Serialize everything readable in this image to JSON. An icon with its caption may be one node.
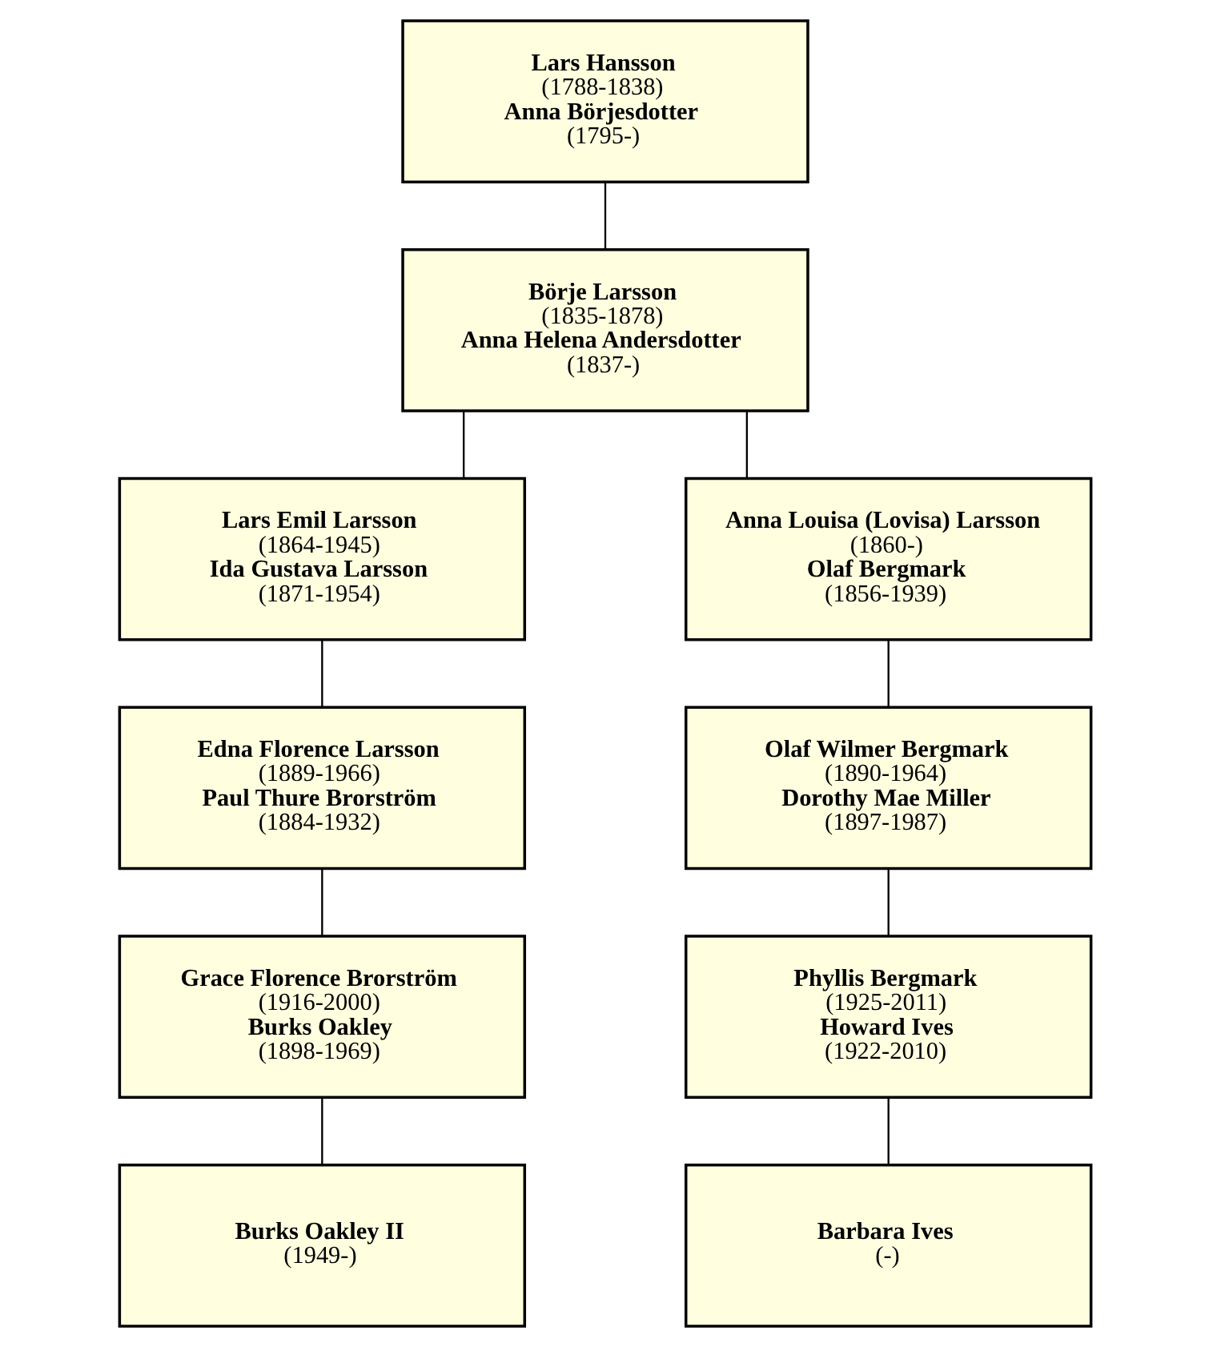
{
  "diagram": {
    "nodes": [
      {
        "text": [
          "Lars Hansson",
          "(1788-1838)",
          "Anna Börjesdotter",
          "(1795-)"
        ]
      },
      {
        "text": [
          "Börje Larsson",
          "(1835-1878)",
          "Anna Helena Andersdotter",
          "(1837-)"
        ]
      },
      {
        "text": [
          "Lars Emil Larsson",
          "(1864-1945)",
          "Ida Gustava Larsson",
          "(1871-1954)"
        ]
      },
      {
        "text": [
          "Anna Louisa (Lovisa) Larsson",
          "(1860-)",
          "Olaf Bergmark",
          "(1856-1939)"
        ]
      },
      {
        "text": [
          "Edna Florence Larsson",
          "(1889-1966)",
          "Paul Thure Brorström",
          "(1884-1932)"
        ]
      },
      {
        "text": [
          "Olaf Wilmer Bergmark",
          "(1890-1964)",
          "Dorothy Mae Miller",
          "(1897-1987)"
        ]
      },
      {
        "text": [
          "Grace Florence Brorström",
          "(1916-2000)",
          "Burks Oakley",
          "(1898-1969)"
        ]
      },
      {
        "text": [
          "Phyllis Bergmark",
          "(1925-2011)",
          "Howard Ives",
          "(1922-2010)"
        ]
      },
      {
        "text": [
          "Burks Oakley II",
          "(1949-)"
        ]
      },
      {
        "text": [
          "Barbara Ives",
          "(-)"
        ]
      }
    ],
    "edges": [
      {
        "from": 0,
        "to": 1,
        "arrow": "none"
      },
      {
        "from": 1,
        "to": 2,
        "arrow": "none"
      },
      {
        "from": 1,
        "to": 3,
        "arrow": "none"
      },
      {
        "from": 2,
        "to": 4,
        "arrow": "none"
      },
      {
        "from": 3,
        "to": 5,
        "arrow": "none"
      },
      {
        "from": 4,
        "to": 6,
        "arrow": "none"
      },
      {
        "from": 5,
        "to": 7,
        "arrow": "none"
      },
      {
        "from": 6,
        "to": 8,
        "arrow": "none"
      },
      {
        "from": 7,
        "to": 9,
        "arrow": "none"
      }
    ]
  }
}
